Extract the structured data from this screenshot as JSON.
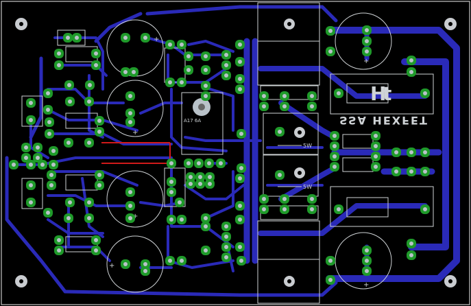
{
  "board": {
    "text_hexfet": "SSA HEXFET",
    "text_regulator": "A17 6A",
    "text_res_top": "5W",
    "text_res_bottom": "5W"
  },
  "colors": {
    "background": "#000000",
    "copper": "#2a2ab8",
    "pad": "#1f9a2a",
    "silkscreen": "#cfd3d6",
    "jumper": "#d11a1a"
  }
}
